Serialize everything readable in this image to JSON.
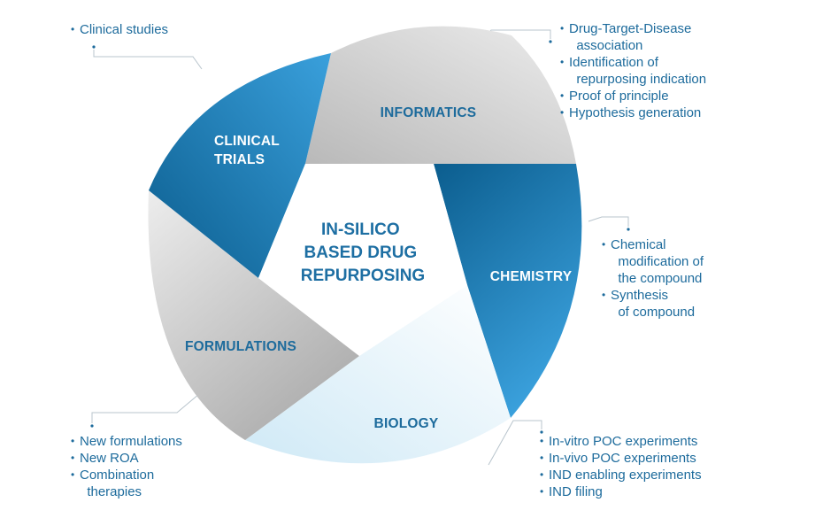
{
  "center": {
    "lines": [
      "IN-SILICO",
      "BASED DRUG",
      "REPURPOSING"
    ]
  },
  "segments": [
    {
      "id": "informatics",
      "label": "INFORMATICS",
      "notes": [
        "Drug-Target-Disease\n  association",
        "Identification of\n  repurposing indication",
        "Proof of principle",
        "Hypothesis generation"
      ]
    },
    {
      "id": "chemistry",
      "label": "CHEMISTRY",
      "notes": [
        "Chemical\n  modification of\n  the compound",
        "Synthesis\n  of compound"
      ]
    },
    {
      "id": "biology",
      "label": "BIOLOGY",
      "notes": [
        "In-vitro POC experiments",
        "In-vivo POC experiments",
        "IND enabling experiments",
        "IND filing"
      ]
    },
    {
      "id": "formulations",
      "label": "FORMULATIONS",
      "notes": [
        "New formulations",
        "New ROA",
        "Combination\n  therapies"
      ]
    },
    {
      "id": "clinical",
      "label_lines": [
        "CLINICAL",
        "TRIALS"
      ],
      "notes": [
        "Clinical studies"
      ]
    }
  ],
  "colors": {
    "blue_dark": "#0b5d8e",
    "blue_light": "#3aa0dc",
    "gray_dark": "#b4b4b4",
    "gray_light": "#ececec",
    "ice_light": "#e6f5fb",
    "text_dark_blue": "#1d6b9c",
    "text_white": "#ffffff",
    "connector": "#b8c4cc"
  }
}
